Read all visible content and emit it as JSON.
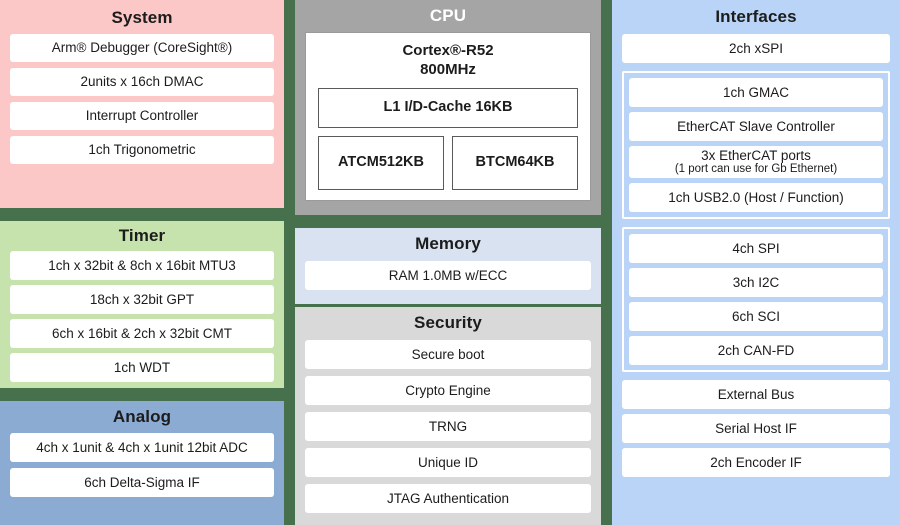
{
  "colors": {
    "system_bg": "#fbc8c7",
    "timer_bg": "#c6e2ad",
    "analog_bg": "#8cabd3",
    "cpu_bg": "#a5a5a5",
    "memory_bg": "#d9e2f0",
    "security_bg": "#d9d9d9",
    "interfaces_bg": "#b9d4f7",
    "separator": "#46714c"
  },
  "system": {
    "title": "System",
    "items": [
      {
        "text": "Arm® Debugger (CoreSight®)"
      },
      {
        "text": "2units x 16ch DMAC"
      },
      {
        "text": "Interrupt Controller"
      },
      {
        "text": "1ch Trigonometric"
      }
    ]
  },
  "timer": {
    "title": "Timer",
    "items": [
      {
        "text": "1ch x 32bit & 8ch x 16bit MTU3"
      },
      {
        "text": "18ch x 32bit GPT"
      },
      {
        "text": "6ch x 16bit & 2ch x 32bit CMT"
      },
      {
        "text": "1ch WDT"
      }
    ]
  },
  "analog": {
    "title": "Analog",
    "items": [
      {
        "text": "4ch x 1unit & 4ch x 1unit 12bit ADC"
      },
      {
        "text": "6ch Delta-Sigma IF"
      }
    ]
  },
  "cpu": {
    "title": "CPU",
    "core_name": "Cortex®-R52",
    "core_clock": "800MHz",
    "cache": "L1 I/D-Cache 16KB",
    "tcm": [
      {
        "name": "ATCM",
        "size": "512KB"
      },
      {
        "name": "BTCM",
        "size": "64KB"
      }
    ]
  },
  "memory": {
    "title": "Memory",
    "items": [
      {
        "text": "RAM 1.0MB w/ECC"
      }
    ]
  },
  "security": {
    "title": "Security",
    "items": [
      {
        "text": "Secure boot"
      },
      {
        "text": "Crypto Engine"
      },
      {
        "text": "TRNG"
      },
      {
        "text": "Unique ID"
      },
      {
        "text": "JTAG Authentication"
      }
    ]
  },
  "interfaces": {
    "title": "Interfaces",
    "groups": [
      {
        "boxed": false,
        "items": [
          {
            "text": "2ch xSPI",
            "sub": ""
          }
        ]
      },
      {
        "boxed": true,
        "items": [
          {
            "text": "1ch GMAC",
            "sub": ""
          },
          {
            "text": "EtherCAT Slave Controller",
            "sub": ""
          },
          {
            "text": "3x EtherCAT ports",
            "sub": "(1 port can use for Gb Ethernet)"
          },
          {
            "text": "1ch USB2.0 (Host / Function)",
            "sub": ""
          }
        ]
      },
      {
        "boxed": true,
        "items": [
          {
            "text": "4ch SPI",
            "sub": ""
          },
          {
            "text": "3ch I2C",
            "sub": ""
          },
          {
            "text": "6ch SCI",
            "sub": ""
          },
          {
            "text": "2ch CAN-FD",
            "sub": ""
          }
        ]
      },
      {
        "boxed": false,
        "items": [
          {
            "text": "External Bus",
            "sub": ""
          },
          {
            "text": "Serial Host IF",
            "sub": ""
          },
          {
            "text": "2ch Encoder IF",
            "sub": ""
          }
        ]
      }
    ]
  }
}
